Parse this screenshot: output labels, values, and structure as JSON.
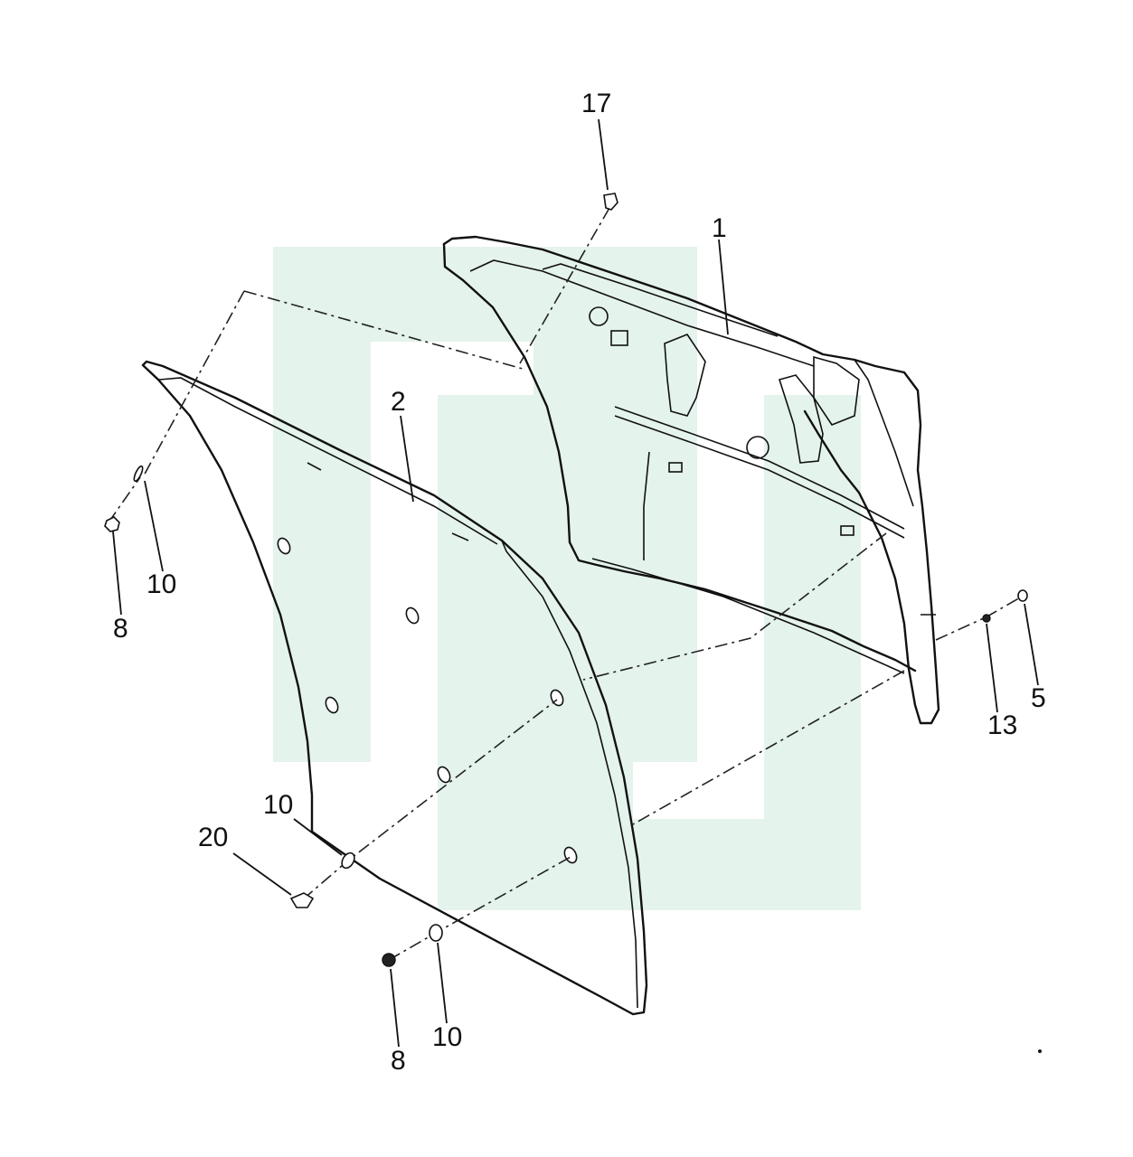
{
  "watermark": {
    "color": "#e4f3ec",
    "shape": "stylized-logo"
  },
  "callouts": [
    {
      "id": "c17",
      "text": "17"
    },
    {
      "id": "c1",
      "text": "1"
    },
    {
      "id": "c2",
      "text": "2"
    },
    {
      "id": "c10a",
      "text": "10"
    },
    {
      "id": "c8a",
      "text": "8"
    },
    {
      "id": "c13",
      "text": "13"
    },
    {
      "id": "c5",
      "text": "5"
    },
    {
      "id": "c10b",
      "text": "10"
    },
    {
      "id": "c20",
      "text": "20"
    },
    {
      "id": "c10c",
      "text": "10"
    },
    {
      "id": "c8b",
      "text": "8"
    }
  ],
  "parts": {
    "inner_panel": "door-trim-inner-panel",
    "outer_panel": "door-trim-outer-panel"
  }
}
